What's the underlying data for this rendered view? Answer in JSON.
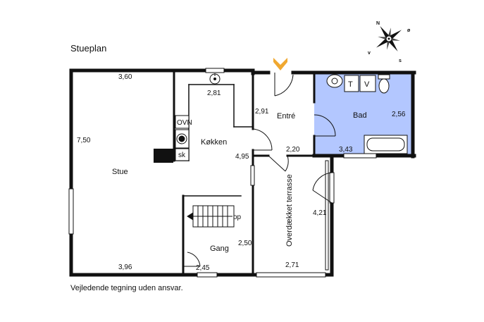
{
  "title": "Stueplan",
  "footer": "Vejledende tegning uden ansvar.",
  "rooms": {
    "stue": "Stue",
    "kokken": "Køkken",
    "entre": "Entré",
    "bad": "Bad",
    "gang": "Gang",
    "terrasse": "Overdækket terrasse"
  },
  "fixtures": {
    "ovn": "OVN",
    "sk": "sk",
    "t": "T",
    "v": "V",
    "op": "op"
  },
  "dimensions": {
    "stue_top": "3,60",
    "stue_left": "7,50",
    "stue_bottom": "3,96",
    "kitchen_top": "2,81",
    "kitchen_side": "4,95",
    "entre_side": "2,91",
    "entre_bottom": "2,20",
    "bad_side": "2,56",
    "bad_bottom": "3,43",
    "gang_side": "2,50",
    "gang_bottom": "2,45",
    "terrace_side": "4,21",
    "terrace_bottom": "2,71"
  },
  "compass": {
    "n": "N",
    "e": "ø",
    "s": "s",
    "w": "v"
  },
  "colors": {
    "bathroom": "#b3c7ff",
    "entrance_marker": "#f0a830",
    "wall": "#111111"
  }
}
